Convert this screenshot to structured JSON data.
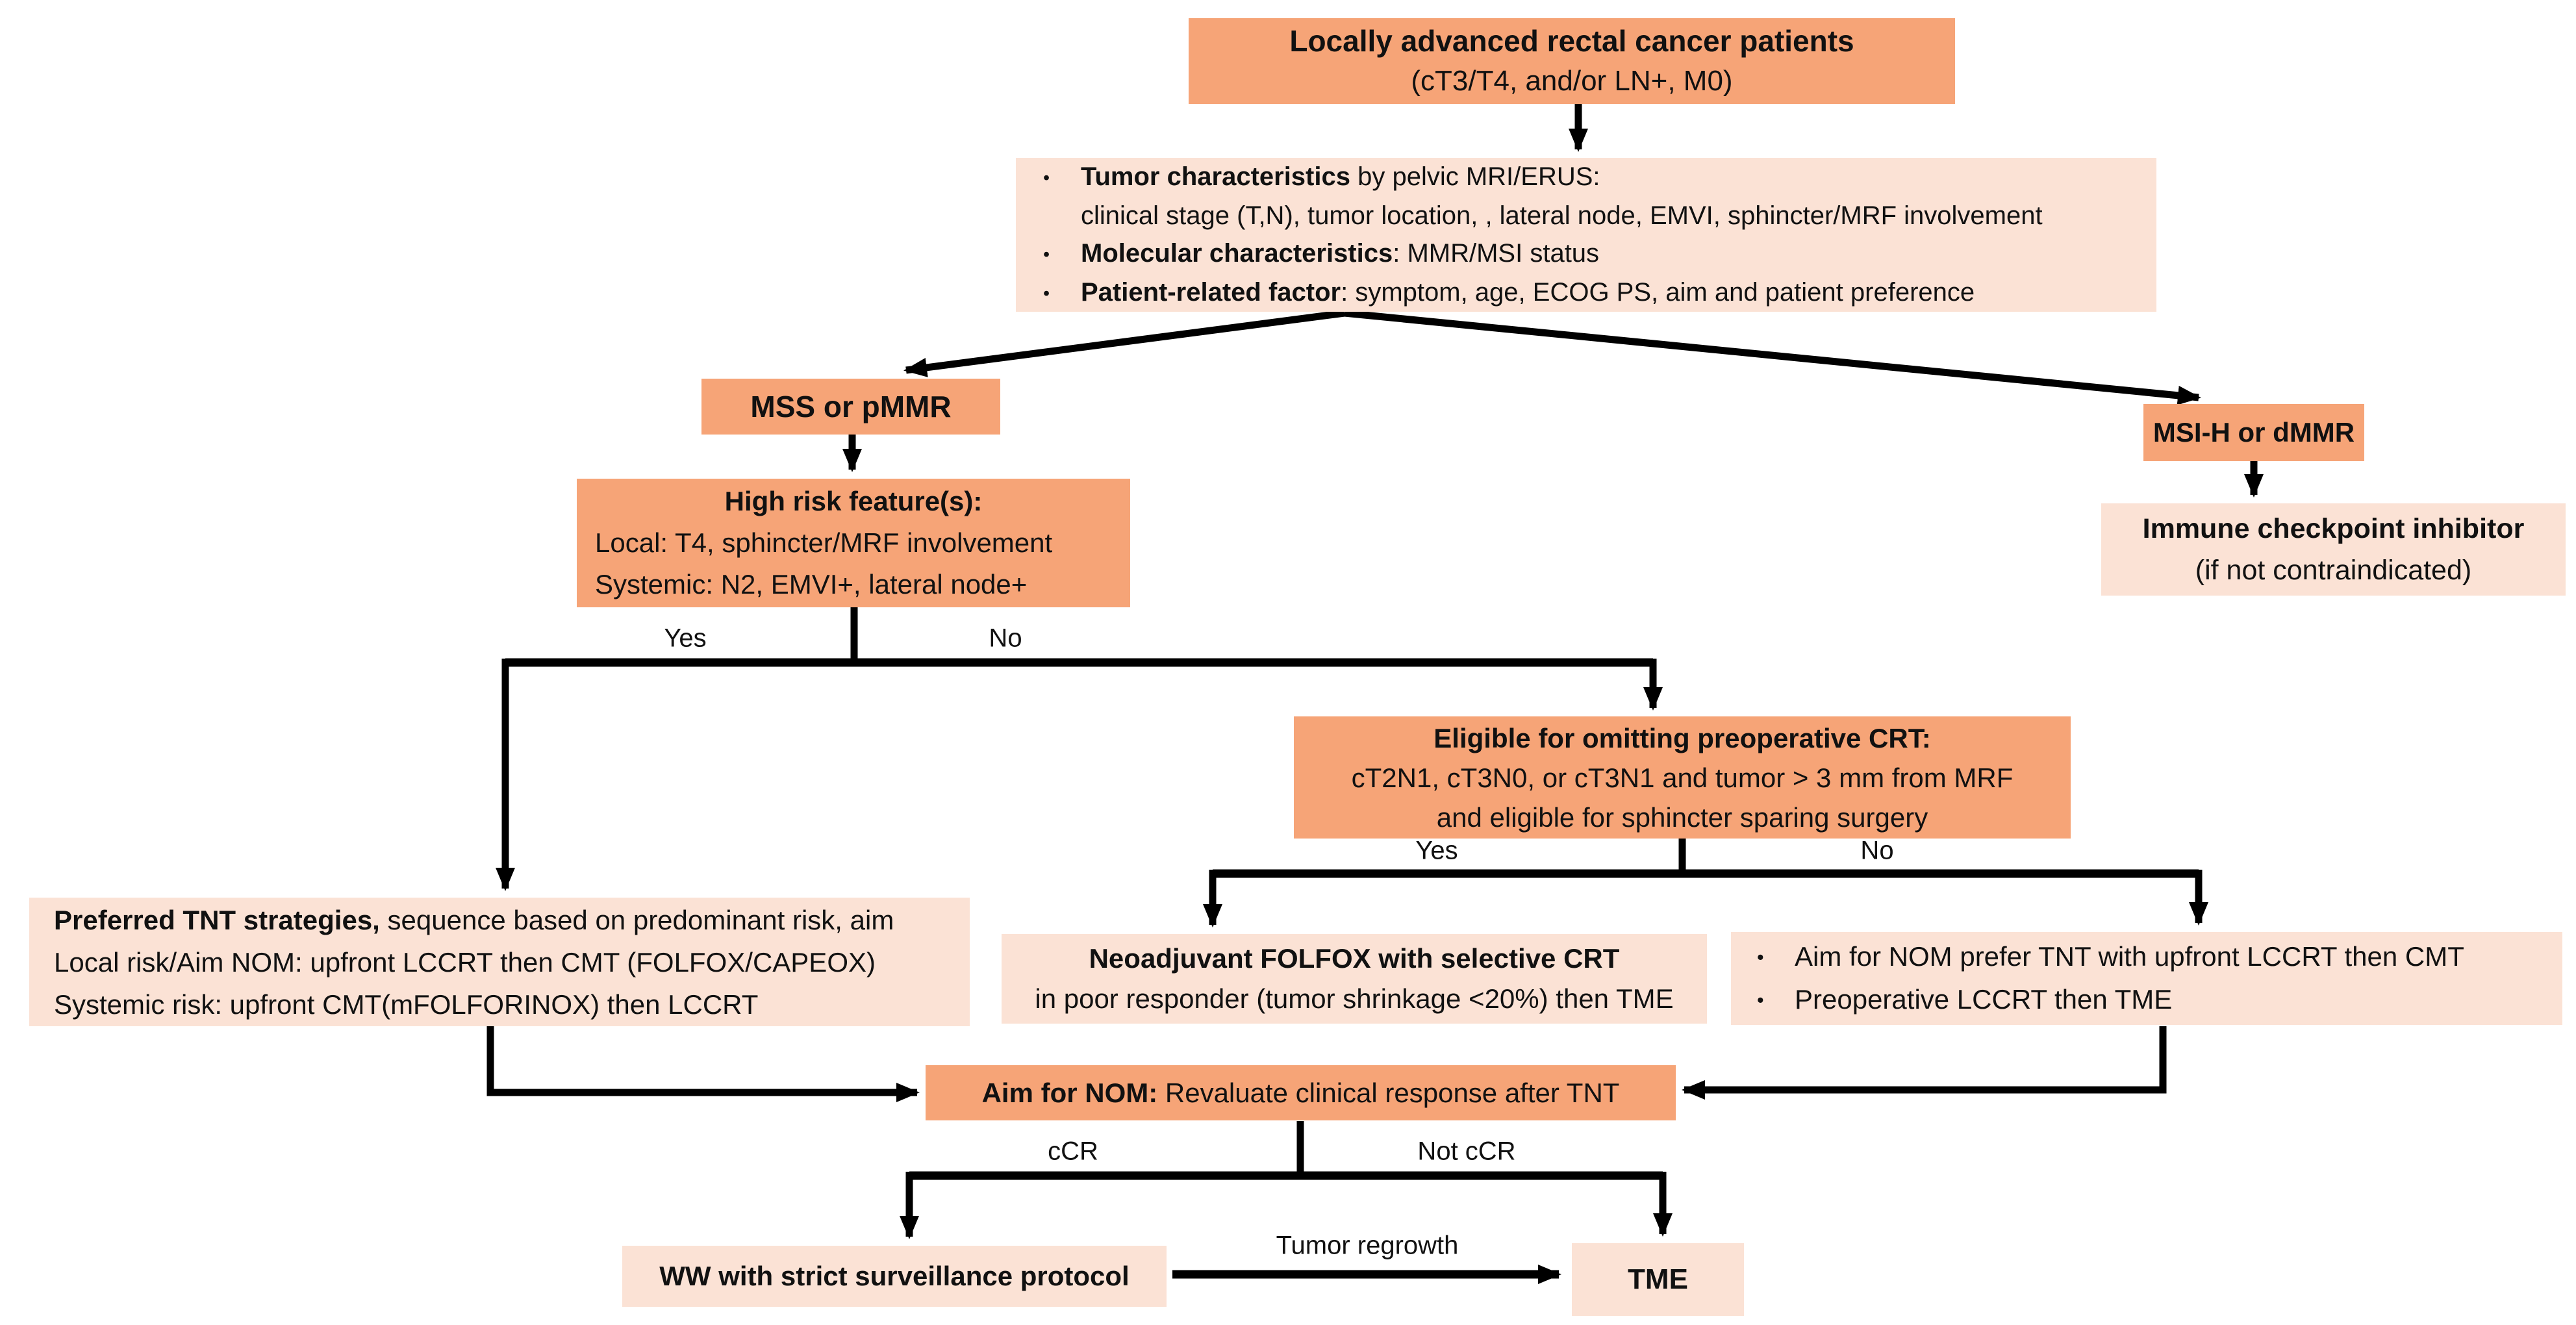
{
  "diagram": {
    "bullet_glyph": "•",
    "colors": {
      "primary_box": "#F6A477",
      "secondary_box": "#FBE2D5",
      "line": "#000000",
      "text": "#111111"
    },
    "nodes": {
      "larc": {
        "title": "Locally advanced rectal cancer patients",
        "subtitle": "(cT3/T4, and/or LN+, M0)"
      },
      "workup": {
        "b1_bold": "Tumor characteristics",
        "b1_rest": " by pelvic MRI/ERUS:",
        "b1_line2": "clinical stage (T,N), tumor location, , lateral node, EMVI, sphincter/MRF involvement",
        "b2_bold": "Molecular characteristics",
        "b2_rest": ": MMR/MSI status",
        "b3_bold": "Patient-related factor",
        "b3_rest": ": symptom, age, ECOG PS, aim and patient preference"
      },
      "mss": {
        "label": "MSS or pMMR"
      },
      "msih": {
        "label": "MSI-H or dMMR"
      },
      "ici": {
        "title": "Immune checkpoint inhibitor",
        "subtitle": "(if not contraindicated)"
      },
      "high_risk": {
        "title": "High risk feature(s):",
        "line1": "Local: T4, sphincter/MRF involvement",
        "line2": "Systemic: N2, EMVI+, lateral node+"
      },
      "eligible": {
        "title": "Eligible for omitting preoperative CRT:",
        "line1": "cT2N1, cT3N0, or cT3N1 and tumor > 3 mm from MRF",
        "line2": "and eligible for sphincter sparing surgery"
      },
      "tnt": {
        "title_bold": "Preferred TNT strategies,",
        "title_rest": " sequence based on predominant risk, aim",
        "line1": "Local risk/Aim NOM: upfront LCCRT then CMT (FOLFOX/CAPEOX)",
        "line2": "Systemic risk: upfront CMT(mFOLFORINOX) then LCCRT"
      },
      "folfox": {
        "title": "Neoadjuvant FOLFOX with selective CRT",
        "line1": "in poor responder (tumor shrinkage <20%) then TME"
      },
      "nom_alt": {
        "b1": "Aim for NOM prefer TNT with upfront LCCRT then CMT",
        "b2": "Preoperative LCCRT then TME"
      },
      "nom": {
        "title_bold": "Aim for NOM:",
        "title_rest": " Revaluate clinical response  after TNT"
      },
      "ww": {
        "label": "WW with strict surveillance protocol"
      },
      "tme": {
        "label": "TME"
      }
    },
    "edge_labels": {
      "high_risk_yes": "Yes",
      "high_risk_no": "No",
      "eligible_yes": "Yes",
      "eligible_no": "No",
      "ccr": "cCR",
      "not_ccr": "Not cCR",
      "tumor_regrowth": "Tumor regrowth"
    }
  }
}
